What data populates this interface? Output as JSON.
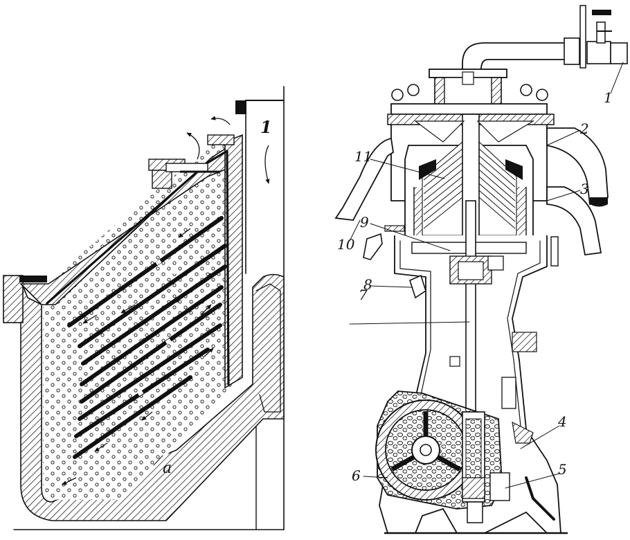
{
  "left_figure": {
    "labels": {
      "outlet": "1",
      "wall": "a"
    }
  },
  "right_figure": {
    "labels": {
      "l1": "1",
      "l2": "2",
      "l3": "3",
      "l4": "4",
      "l5": "5",
      "l6": "6",
      "l7": "7",
      "l8": "8",
      "l9": "9",
      "l10": "10",
      "l11": "11"
    }
  },
  "colors": {
    "ink": "#111111",
    "paper": "#ffffff",
    "hatch": "#222222"
  }
}
